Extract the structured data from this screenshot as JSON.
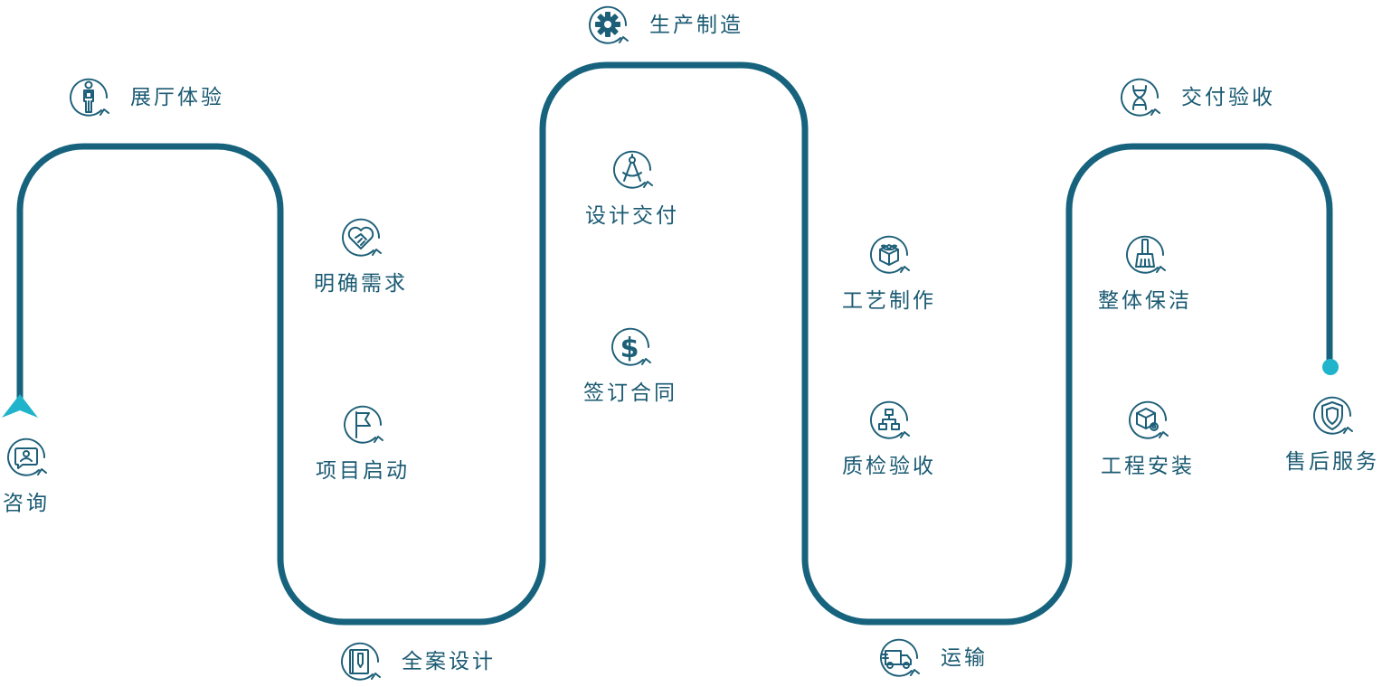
{
  "colors": {
    "path": "#17637e",
    "accent": "#1fb3cc",
    "icon": "#1d5f78",
    "text": "#1a5a72"
  },
  "steps": [
    {
      "label": "咨询",
      "icon": "chat-user-icon"
    },
    {
      "label": "展厅体验",
      "icon": "person-icon"
    },
    {
      "label": "明确需求",
      "icon": "handshake-heart-icon"
    },
    {
      "label": "项目启动",
      "icon": "flag-icon"
    },
    {
      "label": "全案设计",
      "icon": "book-pen-icon"
    },
    {
      "label": "签订合同",
      "icon": "dollar-icon"
    },
    {
      "label": "设计交付",
      "icon": "compass-icon"
    },
    {
      "label": "生产制造",
      "icon": "gear-icon"
    },
    {
      "label": "工艺制作",
      "icon": "leaf-cube-icon"
    },
    {
      "label": "质检验收",
      "icon": "hierarchy-icon"
    },
    {
      "label": "运输",
      "icon": "truck-icon"
    },
    {
      "label": "工程安装",
      "icon": "box-gear-icon"
    },
    {
      "label": "整体保洁",
      "icon": "broom-icon"
    },
    {
      "label": "交付验收",
      "icon": "dna-icon"
    },
    {
      "label": "售后服务",
      "icon": "shield-icon"
    }
  ]
}
